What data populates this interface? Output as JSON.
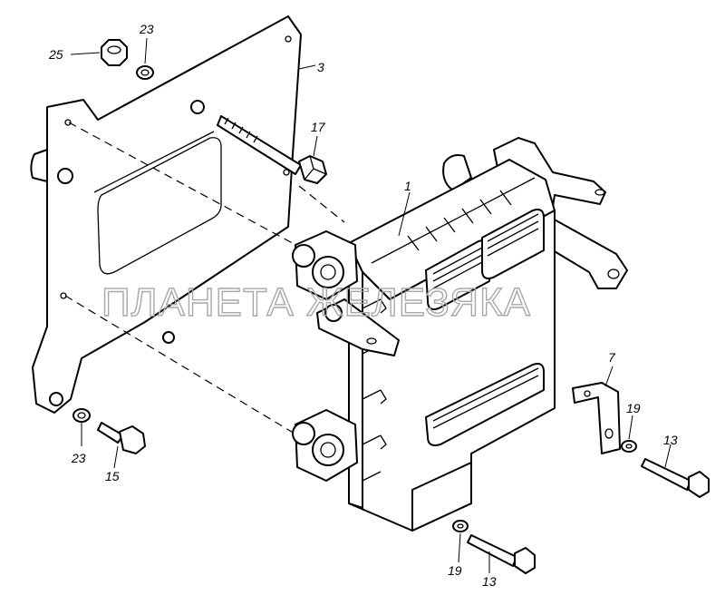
{
  "watermark": "ПЛАНЕТА ЖЕЛЕЗЯКА",
  "callouts": {
    "ecu": "1",
    "bracket_plate": "3",
    "bracket_small": "7",
    "bolt_long_top": "17",
    "bolt_short": "15",
    "bolt_right": "13",
    "bolt_bottom": "13",
    "nut": "25",
    "washer_top": "23",
    "washer_bottom": "23",
    "washer_right": "19",
    "washer_bottom_right": "19"
  }
}
